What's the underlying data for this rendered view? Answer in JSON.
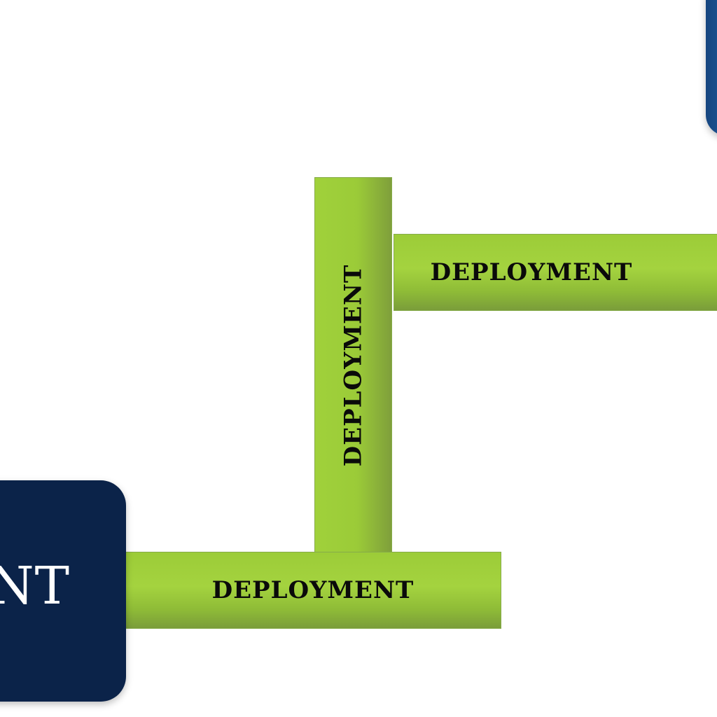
{
  "diagram": {
    "nodes": {
      "dark_block": {
        "visible_text": "NT",
        "color": "#0b2349"
      },
      "blue_block": {
        "visible_text": "",
        "color": "#2a6cb5"
      }
    },
    "bars": [
      {
        "id": "bar-bottom",
        "label": "DEPLOYMENT",
        "orientation": "horizontal"
      },
      {
        "id": "bar-vertical",
        "label": "DEPLOYMENT",
        "orientation": "vertical"
      },
      {
        "id": "bar-right",
        "label": "DEPLOYMENT",
        "orientation": "horizontal"
      }
    ],
    "colors": {
      "bar_green": "#9ccc38",
      "bar_text": "#0a0a0a",
      "node_text": "#ffffff"
    }
  }
}
